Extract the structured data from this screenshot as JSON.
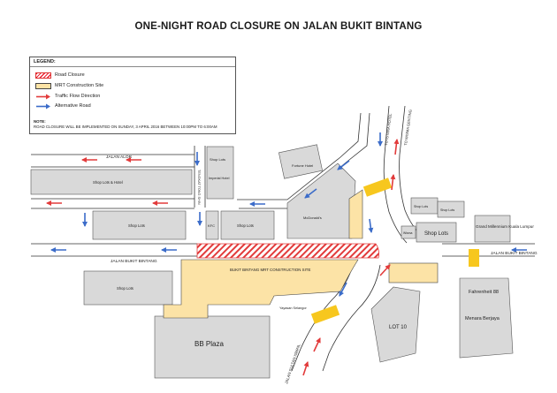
{
  "title": "ONE-NIGHT ROAD CLOSURE ON JALAN BUKIT BINTANG",
  "legend": {
    "heading": "LEGEND:",
    "items": [
      {
        "label": "Road Closure",
        "icon": "hatch-swatch"
      },
      {
        "label": "MRT Construction Site",
        "icon": "site-swatch"
      },
      {
        "label": "Traffic Flow Direction",
        "icon": "red-arrow-icon"
      },
      {
        "label": "Alternative Road",
        "icon": "blue-arrow-icon"
      }
    ],
    "note_heading": "NOTE:",
    "note_text": "ROAD CLOSURE WILL BE IMPLEMENTED ON SUNDAY, 3 APRIL 2016 BETWEEN 10:00PM TO 6:00AM"
  },
  "roads": {
    "jalan_alor": "JALAN ALOR",
    "jalan_bukit_bintang_left": "JALAN BUKIT BINTANG",
    "jalan_bukit_bintang_right": "JALAN BUKIT BINTANG",
    "tengkat_tong_shin": "TENGKAT TONG SHIN",
    "jalan_sultan_ismail": "JALAN SULTAN ISMAIL",
    "to_istana_hotel": "TO ISTANA HOTEL",
    "to_wisma_genting": "TO WISMA GENTING"
  },
  "buildings": {
    "shop_lots_hotel": "Shop Lots & Hotel",
    "shop_lots_upper": "Shop Lots",
    "imperial_hotel": "Imperial Hotel",
    "fortune_hotel": "Fortune Hotel",
    "shop_lots_mid": "Shop Lots",
    "kfc": "KFC",
    "shop_lots_kfc": "Shop Lots",
    "mcdonalds": "McDonald's",
    "shop_lots_right_a": "Shop Lots",
    "shop_lots_right_b": "Shop Lots",
    "shop_lots_right_c": "Shop Lots",
    "wisma": "Wisma",
    "grand_millennium": "Grand Millennium Kuala Lumpur",
    "shop_lots_left": "Shop Lots",
    "mrt_site": "BUKIT BINTANG MRT CONSTRUCTION SITE",
    "yayasan": "Yayasan Selangor",
    "bb_plaza": "BB Plaza",
    "lot10": "LOT 10",
    "fahrenheit": "Fahrenheit 88",
    "menara": "Menara Berjaya"
  },
  "colors": {
    "closure": "#e23b3b",
    "site": "#fce3a6",
    "building": "#d9d9d9",
    "traffic_arrow": "#e23b3b",
    "alt_arrow": "#3b6cc9",
    "crossing": "#f7c71e"
  }
}
